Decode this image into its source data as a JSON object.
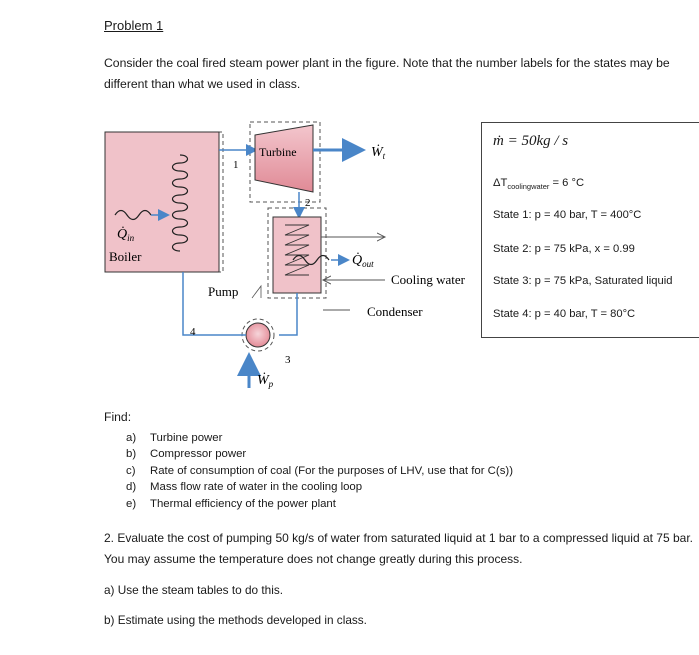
{
  "problem1": {
    "title": "Problem 1",
    "intro": "Consider the coal fired steam power plant in the figure.  Note that the number labels for the states may be different than what we used in class."
  },
  "diagram": {
    "turbine_label": "Turbine",
    "boiler_label": "Boiler",
    "pump_label": "Pump",
    "condenser_label": "Condenser",
    "cooling_water_label": "Cooling water",
    "q_in": "Q̇",
    "q_in_sub": "in",
    "q_out": "Q̇",
    "q_out_sub": "out",
    "w_t": "Ẇ",
    "w_t_sub": "t",
    "w_p": "Ẇ",
    "w_p_sub": "p",
    "state1": "1",
    "state2": "2",
    "state3": "3",
    "state4": "4"
  },
  "given": {
    "mass_flow": "ṁ = 50kg / s",
    "delta_t_prefix": "ΔT",
    "delta_t_sub": "coolingwater",
    "delta_t_value": " = 6 °C",
    "state1": "State 1: p = 40 bar, T = 400°C",
    "state2": "State 2: p = 75 kPa, x = 0.99",
    "state3": "State 3: p = 75 kPa, Saturated liquid",
    "state4": "State 4: p = 40 bar, T = 80°C"
  },
  "find": {
    "label": "Find:",
    "items": [
      {
        "letter": "a)",
        "text": "Turbine power"
      },
      {
        "letter": "b)",
        "text": "Compressor power"
      },
      {
        "letter": "c)",
        "text": "Rate of consumption of coal (For the purposes of LHV, use that for C(s))"
      },
      {
        "letter": "d)",
        "text": "Mass flow rate of water in the cooling loop"
      },
      {
        "letter": "e)",
        "text": "Thermal efficiency of the power plant"
      }
    ]
  },
  "problem2": {
    "text": "2. Evaluate the cost of pumping 50 kg/s of water from saturated liquid at 1 bar to a compressed liquid at 75 bar.  You may assume the temperature does not change greatly during this process.",
    "part_a": "a) Use the steam tables to do this.",
    "part_b": "b) Estimate using the methods developed in class."
  }
}
